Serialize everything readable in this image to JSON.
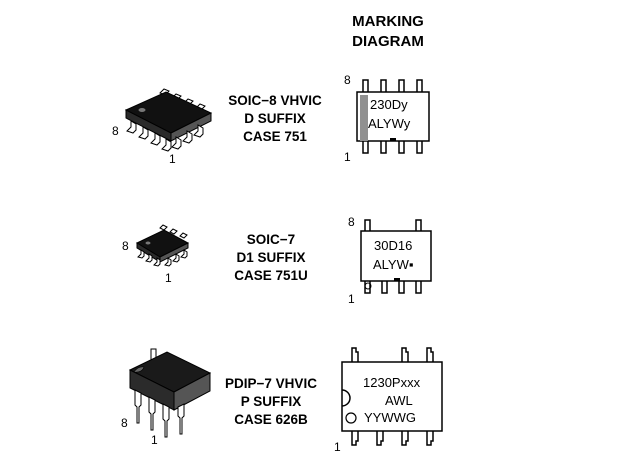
{
  "header": {
    "title_line1": "MARKING",
    "title_line2": "DIAGRAM"
  },
  "packages": [
    {
      "name_line1": "SOIC−8 VHVIC",
      "name_line2": "D SUFFIX",
      "name_line3": "CASE 751",
      "chip_pin_top": "8",
      "chip_pin_bottom": "1",
      "mark_pin_top": "8",
      "mark_pin_bottom": "1",
      "marking_line1": "230Dy",
      "marking_line2": "ALYWy"
    },
    {
      "name_line1": "SOIC−7",
      "name_line2": "D1 SUFFIX",
      "name_line3": "CASE 751U",
      "chip_pin_top": "8",
      "chip_pin_bottom": "1",
      "mark_pin_top": "8",
      "mark_pin_bottom": "1",
      "marking_line1": "30D16",
      "marking_line2": "ALYW",
      "marking_dot": "▪"
    },
    {
      "name_line1": "PDIP−7 VHVIC",
      "name_line2": "P SUFFIX",
      "name_line3": "CASE 626B",
      "chip_pin_top": "8",
      "chip_pin_bottom": "1",
      "mark_pin_bottom": "1",
      "marking_line1": "1230Pxxx",
      "marking_line2": "AWL",
      "marking_line3": "YYWWG"
    }
  ]
}
